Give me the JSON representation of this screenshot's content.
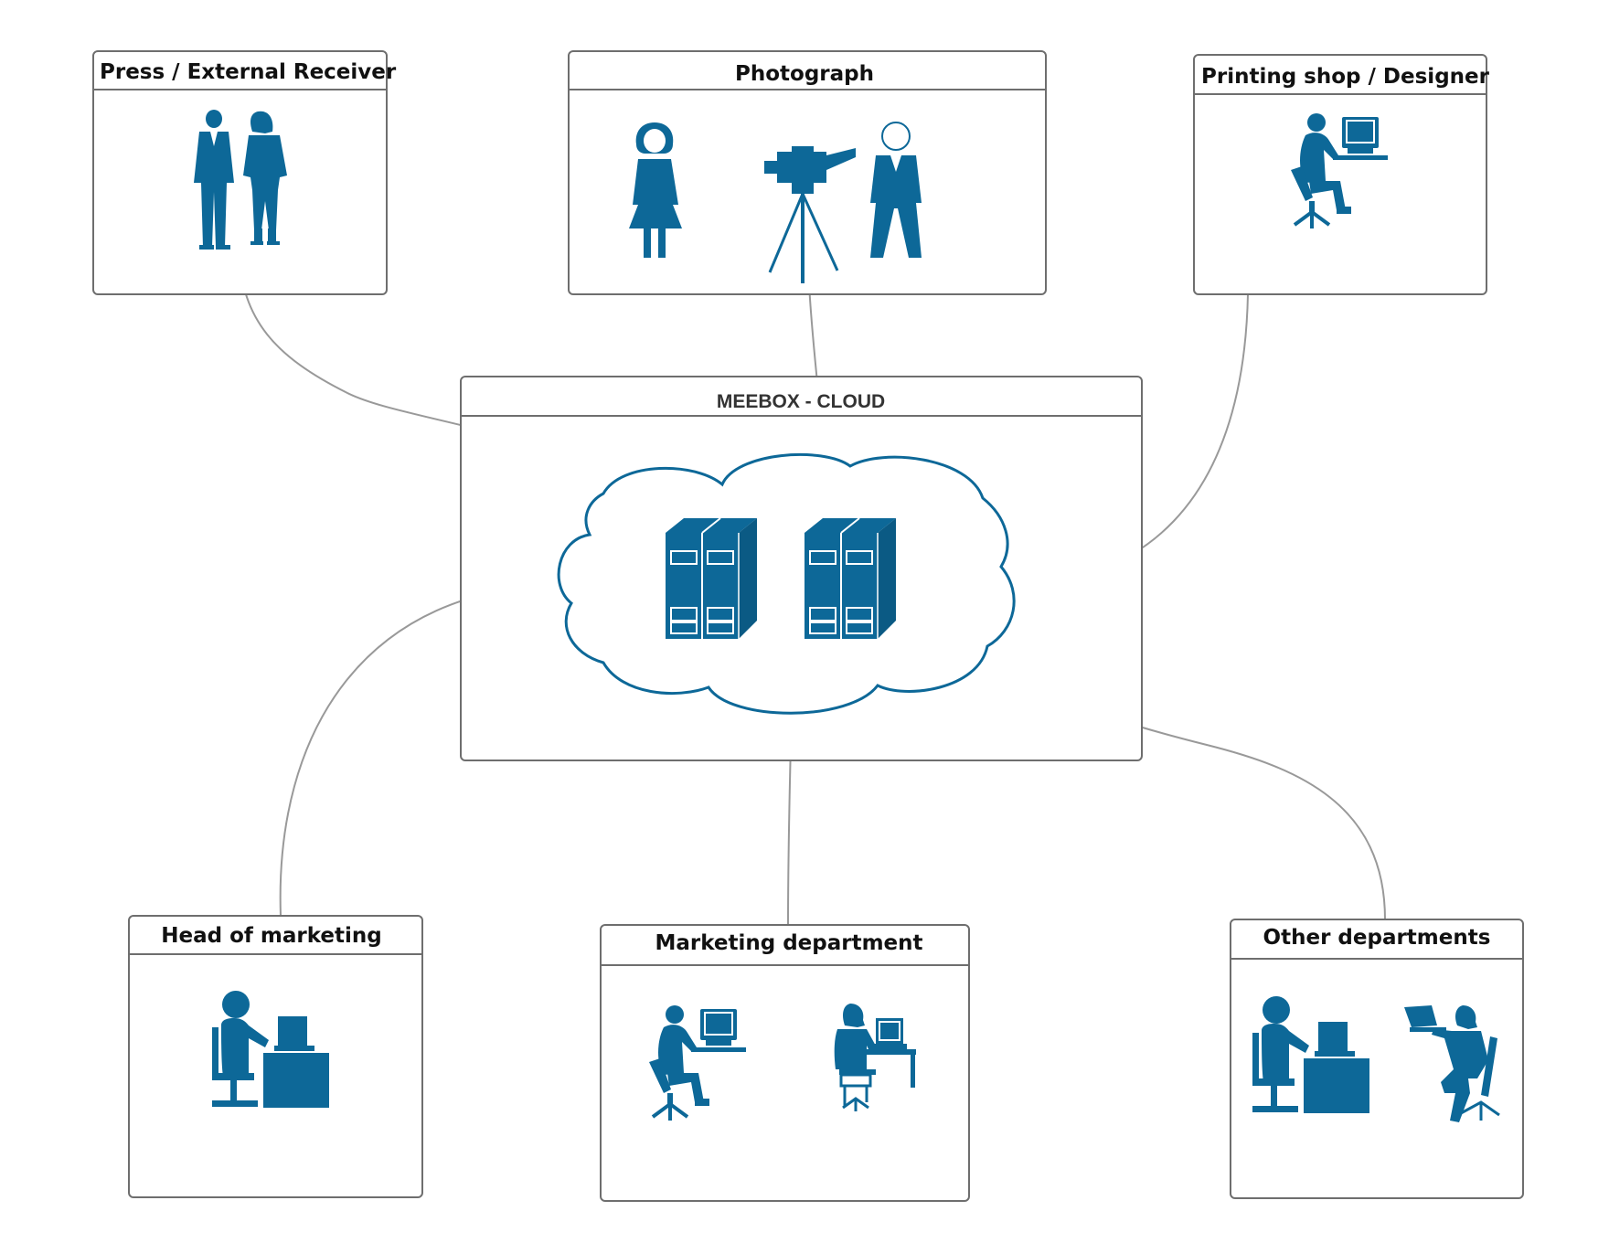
{
  "diagram": {
    "center": {
      "title": "MEEBOX - CLOUD",
      "icons": [
        "cloud-icon",
        "server-rack-icon",
        "server-rack-icon"
      ]
    },
    "nodes": [
      {
        "id": "press",
        "title": "Press / External Receiver",
        "icons": [
          "businessman-icon",
          "businesswoman-icon"
        ]
      },
      {
        "id": "photograph",
        "title": "Photograph",
        "icons": [
          "woman-icon",
          "video-camera-icon",
          "man-icon"
        ]
      },
      {
        "id": "printing",
        "title": "Printing shop / Designer",
        "icons": [
          "computer-worker-icon"
        ]
      },
      {
        "id": "head",
        "title": "Head of marketing",
        "icons": [
          "desk-worker-icon"
        ]
      },
      {
        "id": "marketing",
        "title": "Marketing department",
        "icons": [
          "computer-worker-icon",
          "computer-worker-female-icon"
        ]
      },
      {
        "id": "other",
        "title": "Other departments",
        "icons": [
          "desk-worker-icon",
          "laptop-worker-icon"
        ]
      }
    ],
    "connections": [
      {
        "from": "cloud",
        "to": "press"
      },
      {
        "from": "photograph",
        "to": "cloud"
      },
      {
        "from": "printing",
        "to": "cloud"
      },
      {
        "from": "head",
        "to": "cloud"
      },
      {
        "from": "marketing",
        "to": "cloud"
      },
      {
        "from": "other",
        "to": "cloud"
      }
    ],
    "colors": {
      "icon": "#0d6898",
      "connector": "#999999",
      "border": "#6e6e6e"
    }
  }
}
